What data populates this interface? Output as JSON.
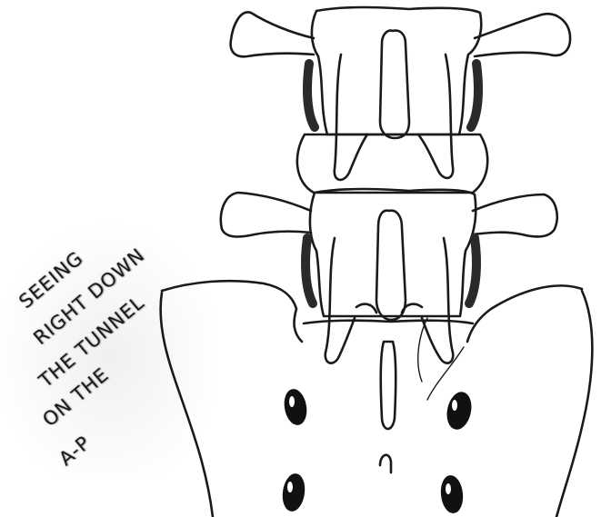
{
  "note": {
    "lines": [
      "SEEING",
      "RIGHT DOWN",
      "THE TUNNEL",
      "ON THE",
      "A-P"
    ]
  },
  "style": {
    "ink_color": "#1a1a1a",
    "background_color": "#ffffff"
  }
}
